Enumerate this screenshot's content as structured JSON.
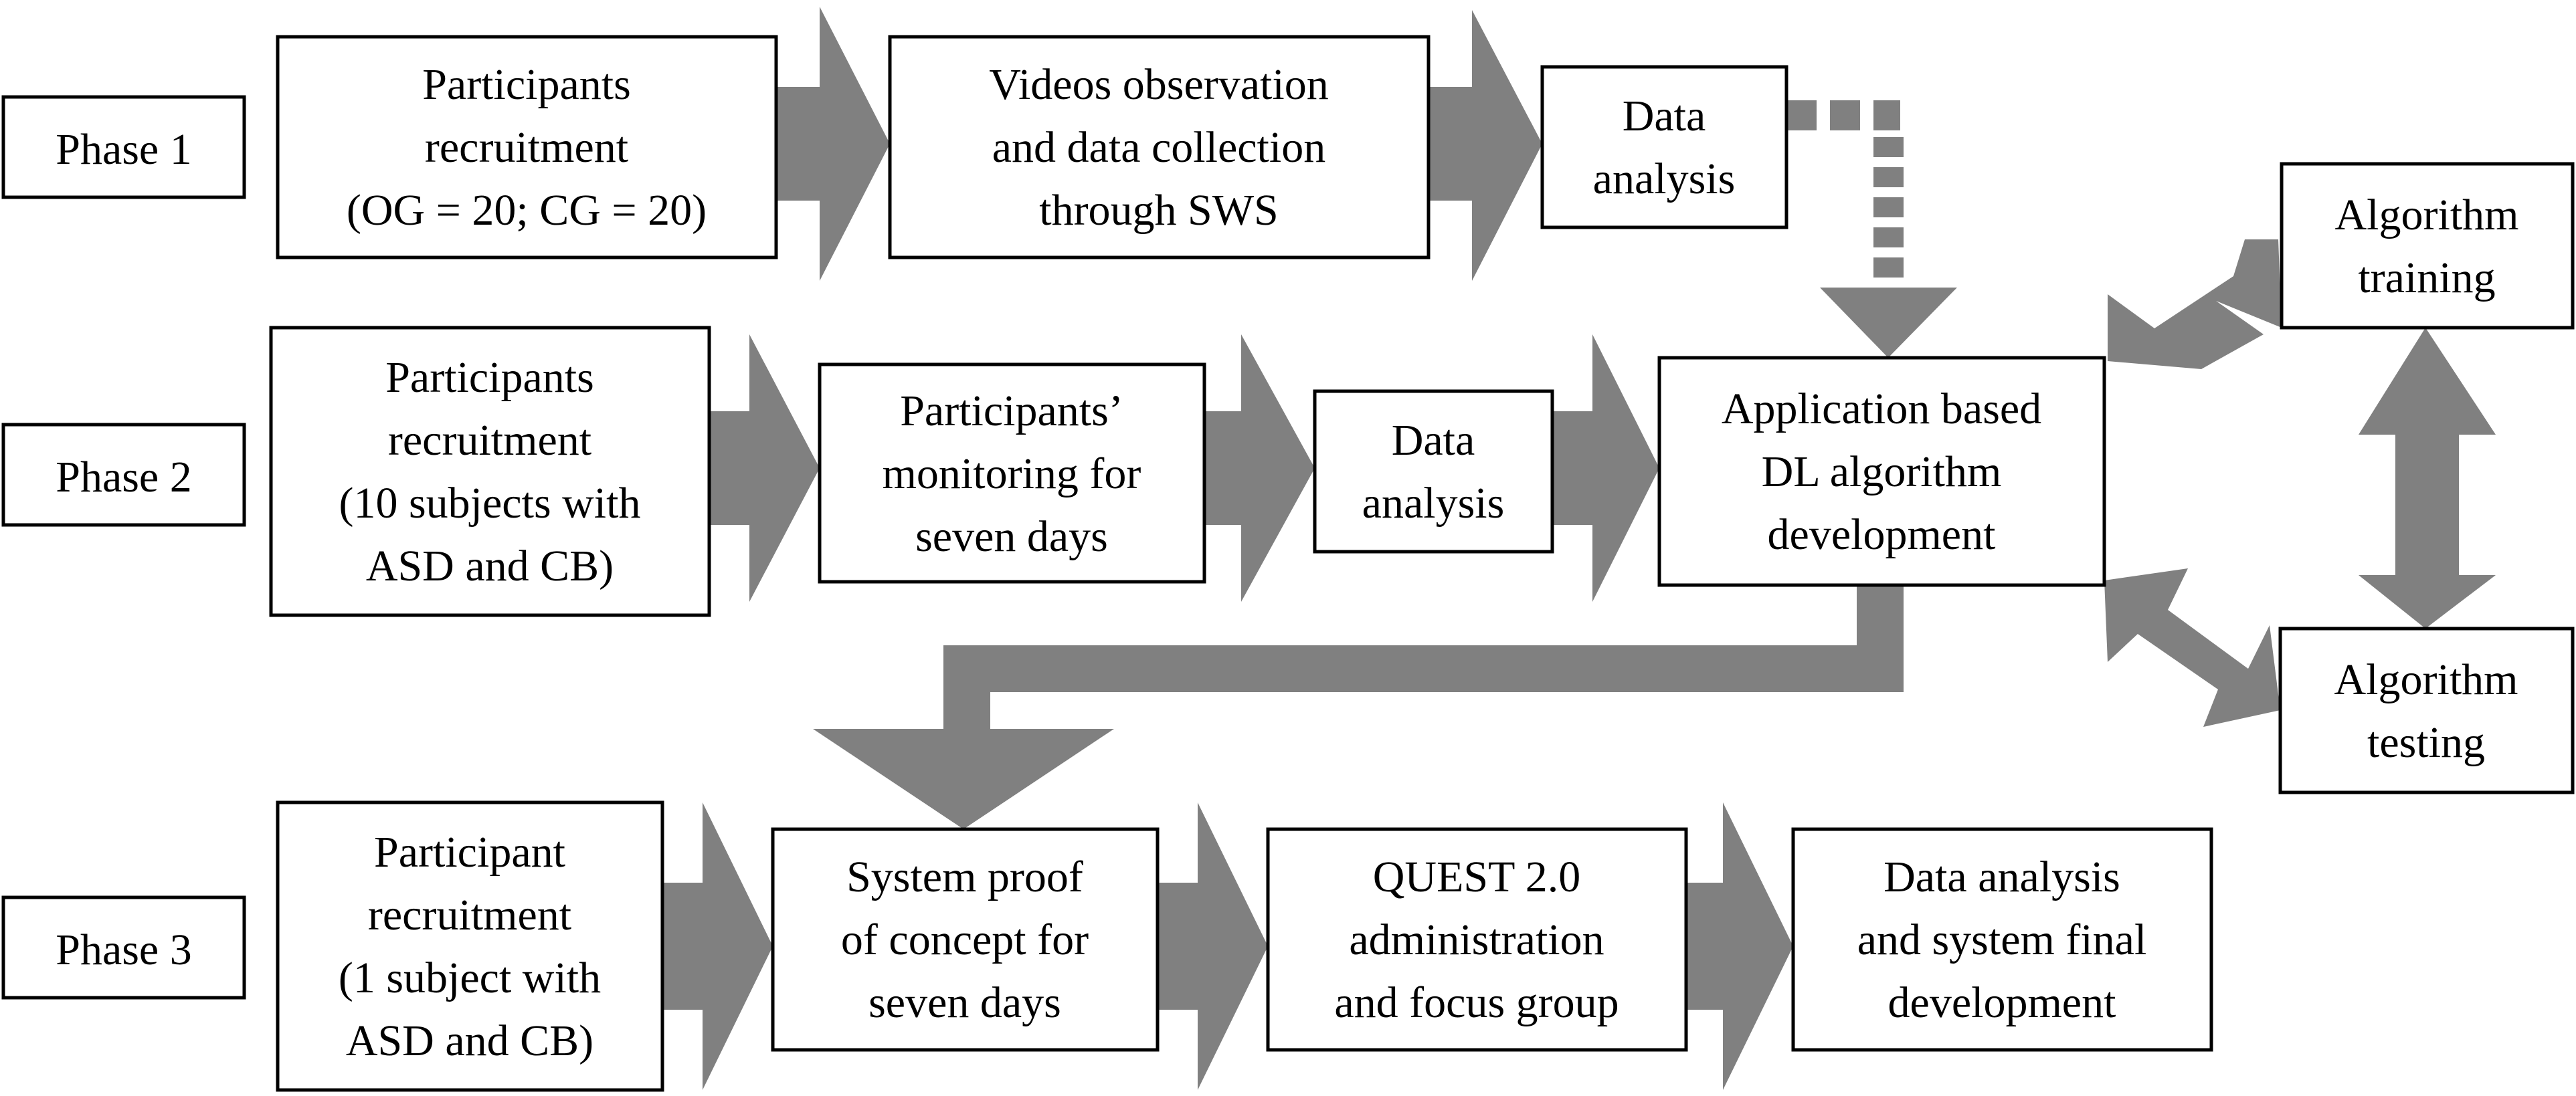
{
  "colors": {
    "arrow": "#808080",
    "box_border": "#000000",
    "background": "#ffffff",
    "text": "#000000"
  },
  "phases": [
    {
      "id": "phase1",
      "label": "Phase 1"
    },
    {
      "id": "phase2",
      "label": "Phase 2"
    },
    {
      "id": "phase3",
      "label": "Phase 3"
    }
  ],
  "nodes": {
    "p1_recruit": {
      "lines": [
        "Participants",
        "recruitment",
        "(OG = 20; CG = 20)"
      ]
    },
    "p1_videos": {
      "lines": [
        "Videos observation",
        "and data collection",
        "through SWS"
      ]
    },
    "p1_analysis": {
      "lines": [
        "Data",
        "analysis"
      ]
    },
    "p2_recruit": {
      "lines": [
        "Participants",
        "recruitment",
        "(10 subjects with",
        "ASD and CB)"
      ]
    },
    "p2_monitor": {
      "lines": [
        "Participants’",
        "monitoring for",
        "seven days"
      ]
    },
    "p2_analysis": {
      "lines": [
        "Data",
        "analysis"
      ]
    },
    "p2_app": {
      "lines": [
        "Application based",
        "DL algorithm",
        "development"
      ]
    },
    "alg_training": {
      "lines": [
        "Algorithm",
        "training"
      ]
    },
    "alg_testing": {
      "lines": [
        "Algorithm",
        "testing"
      ]
    },
    "p3_recruit": {
      "lines": [
        "Participant",
        "recruitment",
        "(1 subject with",
        "ASD and CB)"
      ]
    },
    "p3_proof": {
      "lines": [
        "System proof",
        "of concept for",
        "seven days"
      ]
    },
    "p3_quest": {
      "lines": [
        "QUEST 2.0",
        "administration",
        "and focus group"
      ]
    },
    "p3_final": {
      "lines": [
        "Data analysis",
        "and system final",
        "development"
      ]
    }
  }
}
